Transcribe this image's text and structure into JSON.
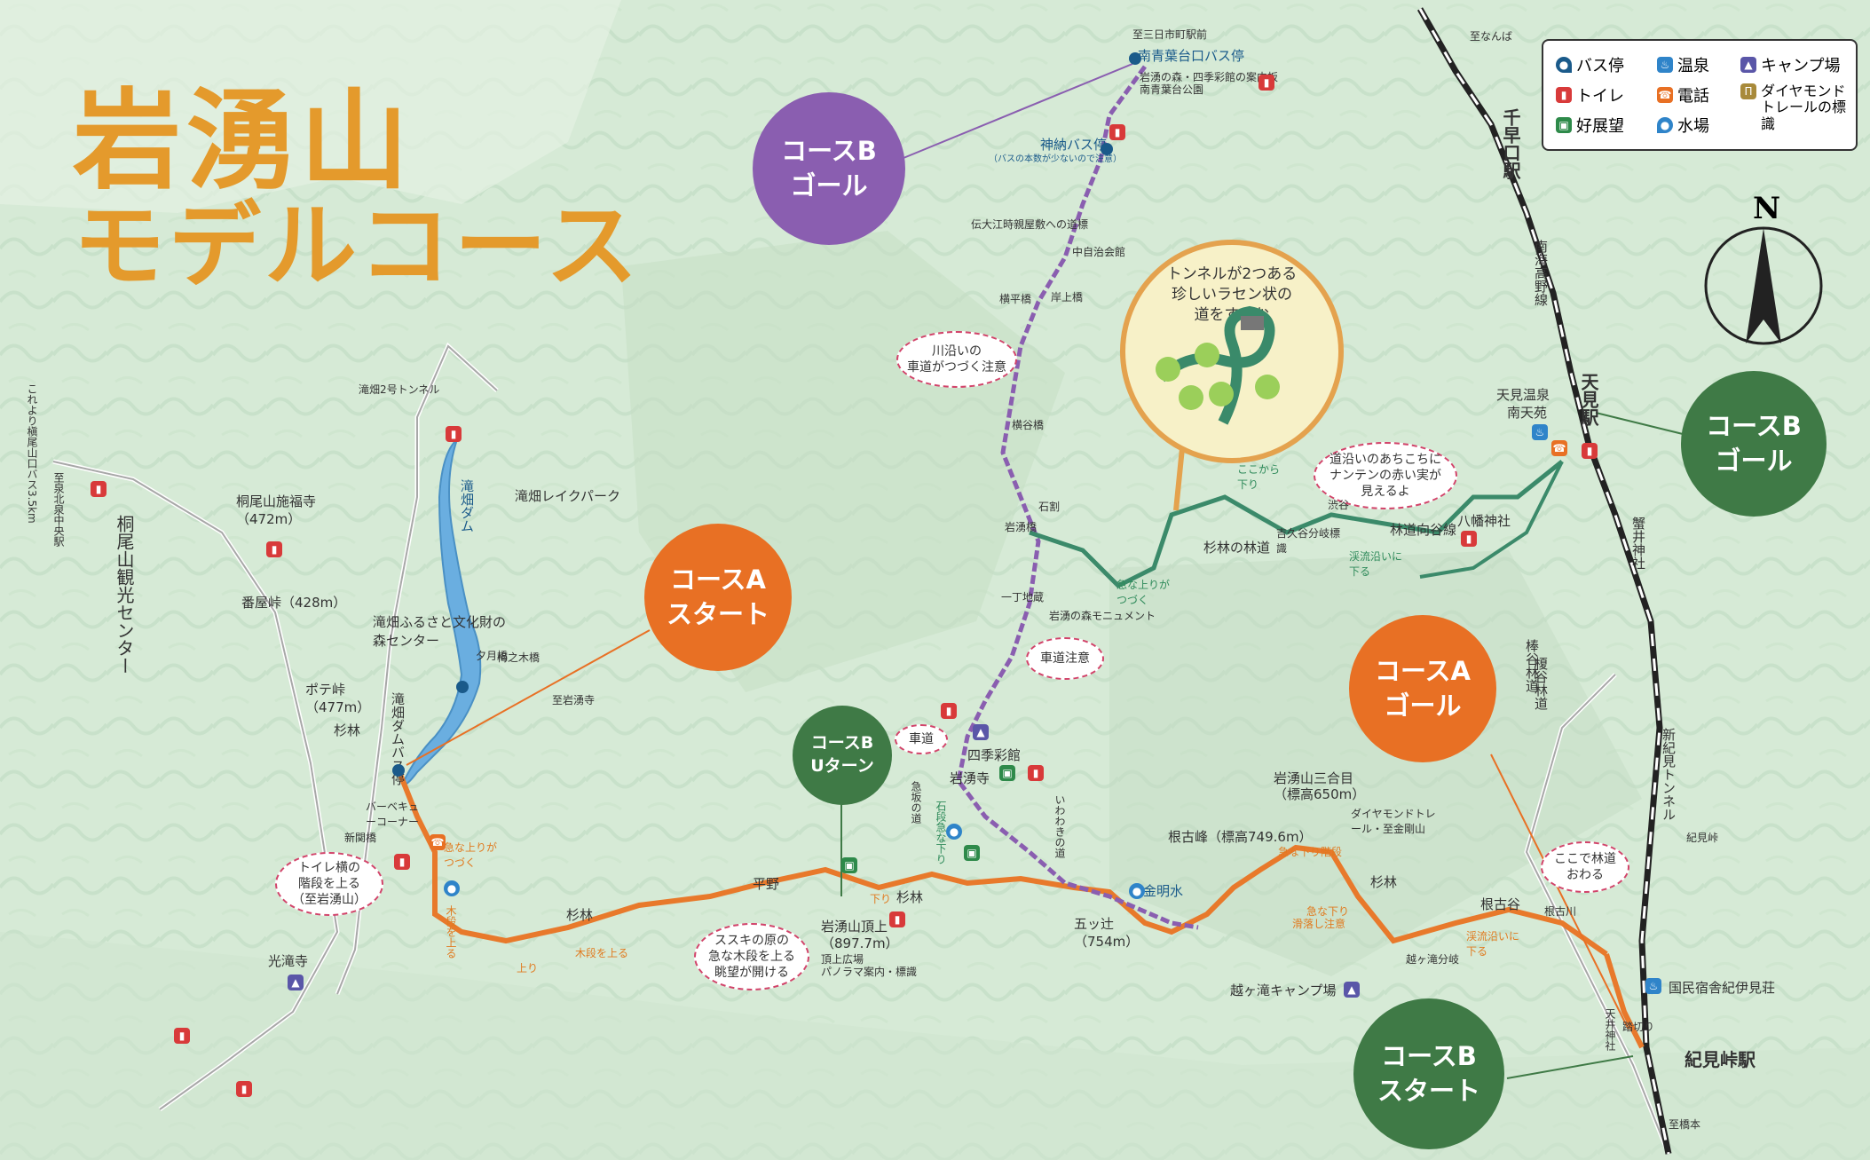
{
  "title": {
    "line1": "岩湧山",
    "line2": "モデルコース"
  },
  "legend": {
    "bus_stop": "バス停",
    "onsen": "温泉",
    "camp": "キャンプ場",
    "toilet": "トイレ",
    "phone": "電話",
    "diamond_trail": "ダイヤモンドトレールの標識",
    "viewpoint": "好展望",
    "water": "水場"
  },
  "compass": {
    "north": "N"
  },
  "callouts": {
    "course_b_goal_top": {
      "line1": "コースB",
      "line2": "ゴール"
    },
    "course_a_start": {
      "line1": "コースA",
      "line2": "スタート"
    },
    "course_b_uturn": {
      "line1": "コースB",
      "line2": "Uターン"
    },
    "course_a_goal": {
      "line1": "コースA",
      "line2": "ゴール"
    },
    "course_b_goal_right": {
      "line1": "コースB",
      "line2": "ゴール"
    },
    "course_b_start": {
      "line1": "コースB",
      "line2": "スタート"
    }
  },
  "bubbles": {
    "riverside_road": {
      "line1": "川沿いの",
      "line2": "車道がつづく注意"
    },
    "car_road_caution": "車道注意",
    "nanten": {
      "line1": "道沿いのあちこちに",
      "line2": "ナンテンの赤い実が",
      "line3": "見えるよ"
    },
    "forest_end": {
      "line1": "ここで林道",
      "line2": "おわる"
    },
    "toilet_stairs": {
      "line1": "トイレ横の",
      "line2": "階段を上る",
      "line3": "（至岩湧山）"
    },
    "susuki": {
      "line1": "ススキの原の",
      "line2": "急な木段を上る",
      "line3": "眺望が開ける"
    },
    "car_road": "車道"
  },
  "inset": {
    "line1": "トンネルが2つある",
    "line2": "珍しいラセン状の",
    "line3": "道をすすむ"
  },
  "places": {
    "to_mikkaichi": "至三日市町駅前",
    "minami_aobadai": "南青葉台口バス停",
    "iwawaki_note": "岩湧の森・四季彩館の案内板",
    "minami_aobadai_park": "南青葉台公園",
    "kanno_bus": "神納バス停",
    "kanno_note": "（バスの本数が少ないので注意）",
    "oe_note": "伝大江時親屋敷への道標",
    "nakaji_park": "中自治会館",
    "kishigami_bridge": "岸上橋",
    "yokohira_bridge": "横平橋",
    "yokotani_bridge": "横谷橋",
    "iwawaki_bridge": "岩湧橋",
    "ishigoro": "石割",
    "itcho_jizo": "一丁地蔵",
    "iwawaki_monument": "岩湧の森モニュメント",
    "shikisai": "四季彩館",
    "iwawaki_ji": "岩湧寺",
    "kyuzaka": "急坂の道",
    "ishidan": "石段急な下り",
    "iwawaki_summit": "岩湧山頂上",
    "summit_alt": "（897.7m）",
    "summit_note": "頂上広場",
    "summit_note2": "パノラマ案内・標識",
    "hirano": "平野",
    "sugibayashi1": "杉林",
    "sugibayashi2": "杉林",
    "sugibayashi3": "杉林",
    "sugibayashi4": "杉林",
    "itsutsuji": "五ッ辻",
    "itsutsuji_alt": "（754m）",
    "kinmeisui": "金明水",
    "nekotoge": "根古峰（標高749.6m）",
    "sangoume": "岩湧山三合目",
    "sangoume_alt": "（標高650m）",
    "diamond_note": "ダイヤモンドトレール・至金剛山",
    "nekodani": "根古谷",
    "nekogawa": "根古川",
    "koshigataki_camp": "越ヶ滝キャンプ場",
    "koshigataki_branch": "越ヶ滝分岐",
    "kokumin": "国民宿舎紀伊見荘",
    "amami_shrine": "天井神社",
    "fumikiri": "踏切り",
    "kimitoge_station": "紀見峠駅",
    "to_hashimoto": "至橋本",
    "kimitoge": "紀見峠",
    "shinkimi_tunnel": "新紀見トンネル",
    "nanai_line": "南海高野線",
    "chihayaguchi": "千早口駅",
    "to_namba": "至なんば",
    "amami_onsen": "天見温泉",
    "nantenen": "南天苑",
    "amami_station": "天見駅",
    "hachiman": "八幡神社",
    "kanou_shrine": "蟹井神社",
    "bunyatani_road": "林道向谷線",
    "sugi_forest_road": "杉林の林道",
    "yashiki_road": "榎谷林道",
    "shibugawa": "渋谷",
    "kyu_note": "急な上りがつづく",
    "kokokara": "ここから下り",
    "takihata_dam": "滝畑ダム",
    "takihata_lake": "滝畑レイクパーク",
    "takihata_center": "滝畑ふるさと文化財の森センター",
    "takihata_tunnel": "滝畑2号トンネル",
    "takihata_bus": "滝畑ダムバス停",
    "yuhibashi": "夕月橋",
    "umenoki": "梅之木橋",
    "to_iwawaki": "至岩湧寺",
    "kiosuri": "桐尾山施福寺",
    "kiosuri_alt": "（472m）",
    "banyatoge": "番屋峠（428m）",
    "potetoge": "ポテ峠",
    "potetoge_alt": "（477m）",
    "kiosan_center": "桐尾山観光センター",
    "bus_note": "これより槇尾山口バス3.5km",
    "to_izumi": "至泉北泉中央駅",
    "komyoji": "光滝寺",
    "barbecue": "バーベキューコーナー",
    "shinkirin": "新関橋",
    "kibadan": "木段を上る",
    "nobori": "上り",
    "kudari": "下り",
    "kyu_nobori": "急な上りがつづく",
    "kyu_kudari": "急な下り階段",
    "kyu_kudari2": "急な下り",
    "suberi": "滑落し注意",
    "rindo_shita": "渓流沿いに下る",
    "iwawaki_path": "いわわきの道",
    "kaikai": "杉林",
    "mikiba_tenbo": "ここで林道",
    "bunyatani_sanrin": "棒谷林道",
    "bunkijou": "吉久谷分岐標識",
    "keiryu": "渓流沿いに下る"
  },
  "colors": {
    "route_a": "#e8792b",
    "route_b": "#8a5eb0",
    "route_b_green": "#3b8a6a",
    "lake": "#6aaee0",
    "circle_purple": "#8a5eb0",
    "circle_orange": "#e87024",
    "circle_green": "#3f7a46",
    "title": "#e49a2c"
  }
}
